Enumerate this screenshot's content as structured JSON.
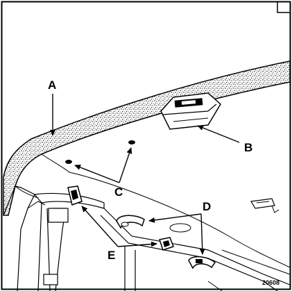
{
  "figure": {
    "callouts": {
      "a": "A",
      "b": "B",
      "c": "C",
      "d": "D",
      "e": "E"
    },
    "reference_number": "20608"
  }
}
